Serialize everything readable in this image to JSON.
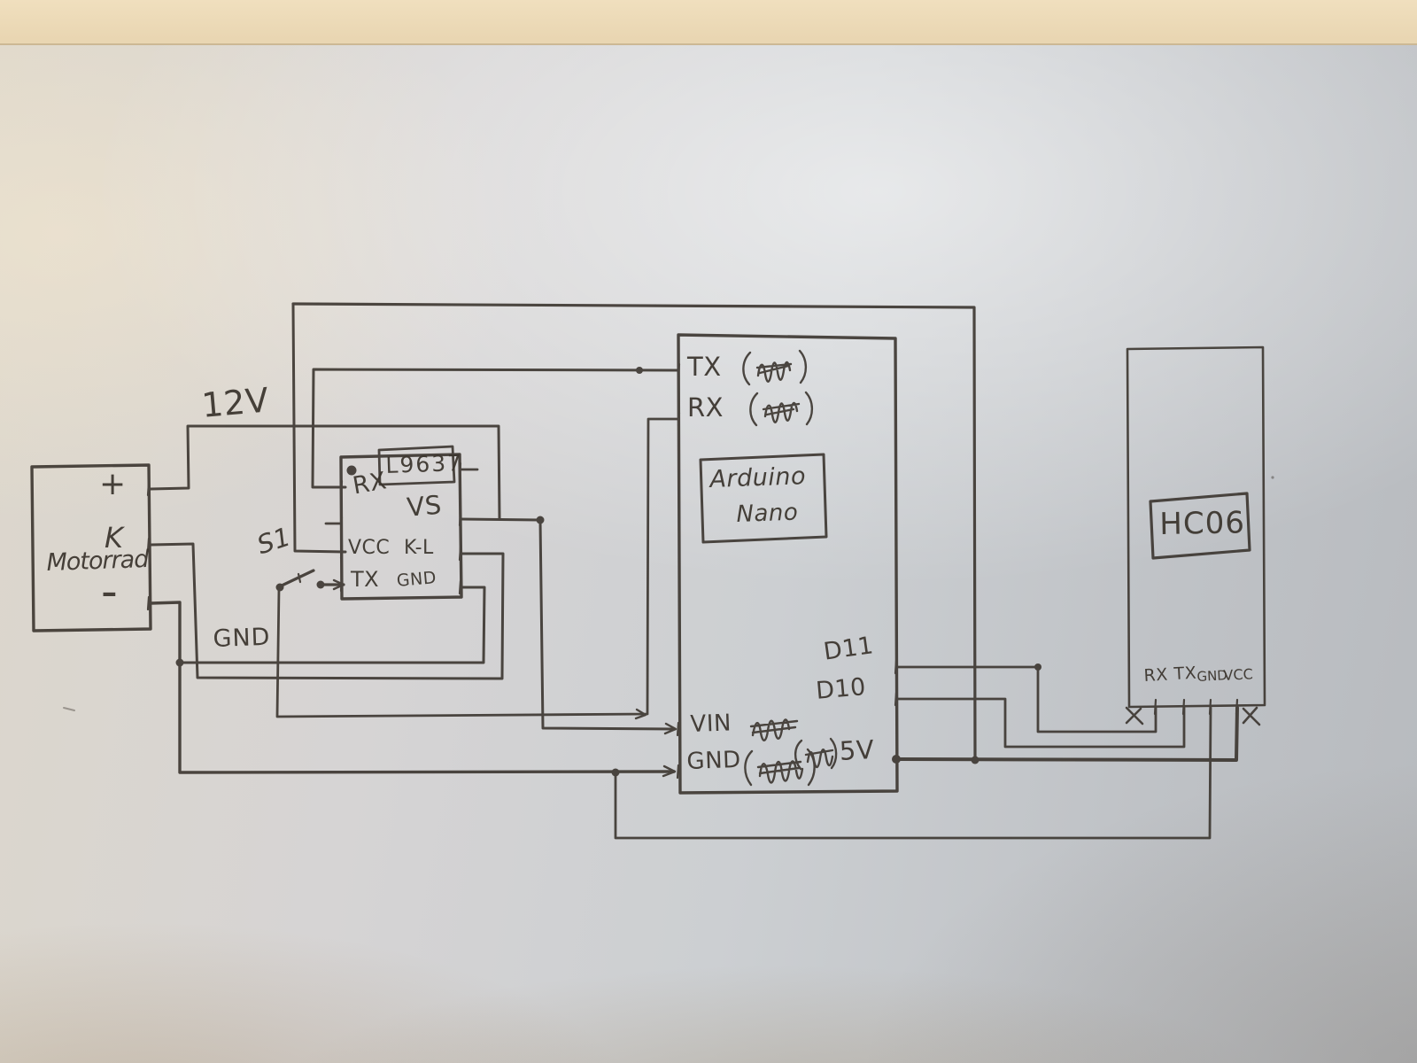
{
  "scene": {
    "supply_label": "12V",
    "ground_label": "GND"
  },
  "motorcycle": {
    "name": "Motorrad",
    "pin_plus": "+",
    "pin_k": "K",
    "pin_minus": "-"
  },
  "transceiver": {
    "part": "L9637",
    "pin_rx": "RX",
    "pin_vcc": "VCC",
    "pin_tx": "TX",
    "pin_vs": "VS",
    "pin_kl": "K-L",
    "pin_gnd": "GND"
  },
  "switch": {
    "name": "S1"
  },
  "arduino": {
    "name_line1": "Arduino",
    "name_line2": "Nano",
    "pin_tx": "TX",
    "pin_rx": "RX",
    "pin_d11": "D11",
    "pin_d10": "D10",
    "pin_vin": "VIN",
    "pin_gnd": "GND",
    "pin_5v": "5V"
  },
  "bluetooth": {
    "name": "HC06",
    "pin_rx": "RX",
    "pin_tx": "TX",
    "pin_gnd": "GND",
    "pin_vcc": "VCC"
  },
  "colors": {
    "ink": "#3b352f",
    "paper_gray": "#cccfd2",
    "table_cream": "#eddcbb"
  }
}
